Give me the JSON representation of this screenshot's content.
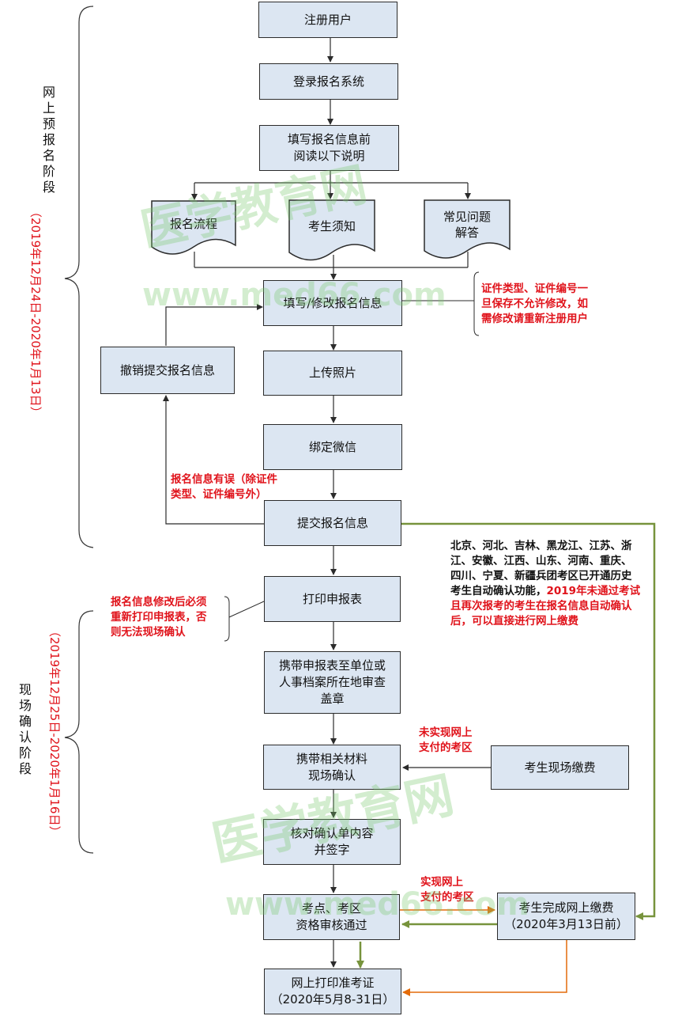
{
  "steps": {
    "register": "注册用户",
    "login": "登录报名系统",
    "read": "填写报名信息前\n阅读以下说明",
    "doc_process": "报名流程",
    "doc_notice": "考生须知",
    "doc_faq": "常见问题\n解答",
    "fill": "填写/修改报名信息",
    "upload": "上传照片",
    "wechat": "绑定微信",
    "submit": "提交报名信息",
    "revoke": "撤销提交报名信息",
    "print_form": "打印申报表",
    "stamp": "携带申报表至单位或\n人事档案所在地审查\n盖章",
    "confirm": "携带相关材料\n现场确认",
    "pay_onsite": "考生现场缴费",
    "verify": "核对确认单内容\n并签字",
    "review": "考点、考区\n资格审核通过",
    "pay_online": "考生完成网上缴费\n（2020年3月13日前）",
    "admit": "网上打印准考证\n（2020年5月8-31日）"
  },
  "notes": {
    "id_type": "证件类型、证件编号一\n旦保存不允许修改，如\n需修改请重新注册用户",
    "info_error": "报名信息有误（除证件\n类型、证件编号外）",
    "reprint": "报名信息修改后必须\n重新打印申报表，否\n则无法现场确认",
    "auto_confirm_black": "北京、河北、吉林、黑龙江、江苏、浙\n江、安徽、江西、山东、河南、重庆、\n四川、宁夏、新疆兵团考区已开通历史\n考生自动确认功能，",
    "auto_confirm_red": "2019年未通过考试\n且再次报考的考生在报名信息自动确认\n后，可以直接进行网上缴费",
    "no_online_pay": "未实现网上\n支付的考区",
    "online_pay": "实现网上\n支付的考区"
  },
  "stages": {
    "online_label": "网\n上\n预\n报\n名\n阶\n段",
    "online_dates": "（2019年12月24日-2020年1月13日）",
    "onsite_label": "现\n场\n确\n认\n阶\n段",
    "onsite_dates": "（2019年12月25日-2020年1月16日）"
  },
  "watermark": {
    "text": "医学教育网",
    "url": "www.med66.com"
  },
  "colors": {
    "box_fill": "#dce6f2",
    "box_border": "#2b2b2b",
    "note_red": "#e0131b",
    "green_line": "#77933c",
    "orange_line": "#e46c0a"
  }
}
